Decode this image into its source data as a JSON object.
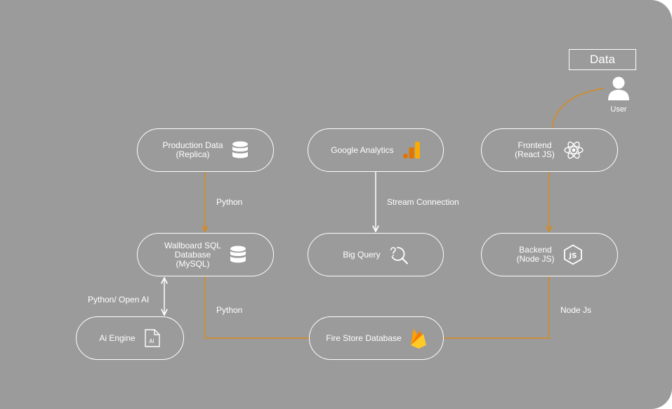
{
  "header": {
    "data_label": "Data"
  },
  "user": {
    "label": "User",
    "icon": "user-icon"
  },
  "nodes": {
    "production": {
      "line1": "Production Data",
      "line2": "(Replica)",
      "icon": "database-icon"
    },
    "google_analytics": {
      "line1": "Google Analytics",
      "icon": "google-analytics-icon"
    },
    "frontend": {
      "line1": "Frontend",
      "line2": "(React JS)",
      "icon": "react-icon"
    },
    "wallboard": {
      "line1": "Wallboard SQL",
      "line2": "Database",
      "line3": "(MySQL)",
      "icon": "database-icon"
    },
    "big_query": {
      "line1": "Big Query",
      "icon": "big-query-icon"
    },
    "backend": {
      "line1": "Backend",
      "line2": "(Node JS)",
      "icon": "nodejs-icon"
    },
    "ai_engine": {
      "line1": "Ai Engine",
      "icon": "ai-file-icon",
      "icon_text": "AI"
    },
    "firestore": {
      "line1": "Fire Store Database",
      "icon": "firebase-icon"
    }
  },
  "edges": {
    "python_top": "Python",
    "stream": "Stream Connection",
    "python_openai": "Python/ Open AI",
    "python_bottom": "Python",
    "node_js": "Node Js"
  },
  "colors": {
    "background": "#9b9b9b",
    "accent_orange": "#d88a1c",
    "line_white": "#ffffff",
    "firebase_yellow": "#ffca28",
    "firebase_orange": "#f57c00",
    "analytics_orange": "#f9ab00"
  }
}
